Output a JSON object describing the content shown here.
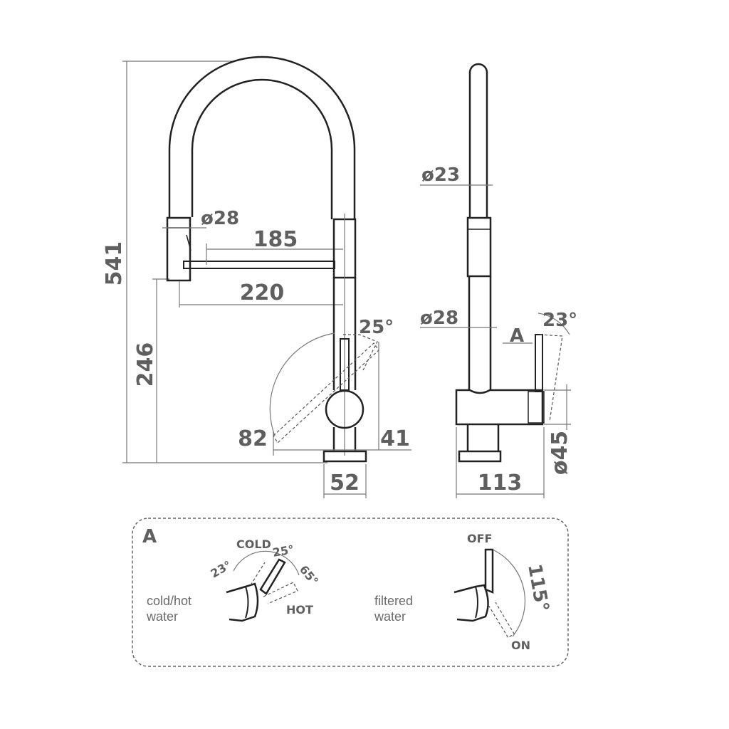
{
  "front_view": {
    "overall_height": "541",
    "spout_height": "246",
    "spray_head_diameter": "ø28",
    "spout_reach_inner": "185",
    "spout_reach_outer": "220",
    "lever_angle": "25°",
    "left_offset": "82",
    "right_offset": "41",
    "base_width": "52"
  },
  "side_view": {
    "hose_diameter": "ø23",
    "body_diameter": "ø28",
    "lever_angle": "23°",
    "detail_marker": "A",
    "base_depth": "113",
    "base_diameter": "ø45"
  },
  "detail_a": {
    "title": "A",
    "left_label": "cold/hot\nwater",
    "left_label_line1": "cold/hot",
    "left_label_line2": "water",
    "cold": "COLD",
    "hot": "HOT",
    "angle_23": "23°",
    "angle_25": "25°",
    "angle_65": "65°",
    "right_label_line1": "filtered",
    "right_label_line2": "water",
    "off": "OFF",
    "on": "ON",
    "angle_115": "115°"
  }
}
